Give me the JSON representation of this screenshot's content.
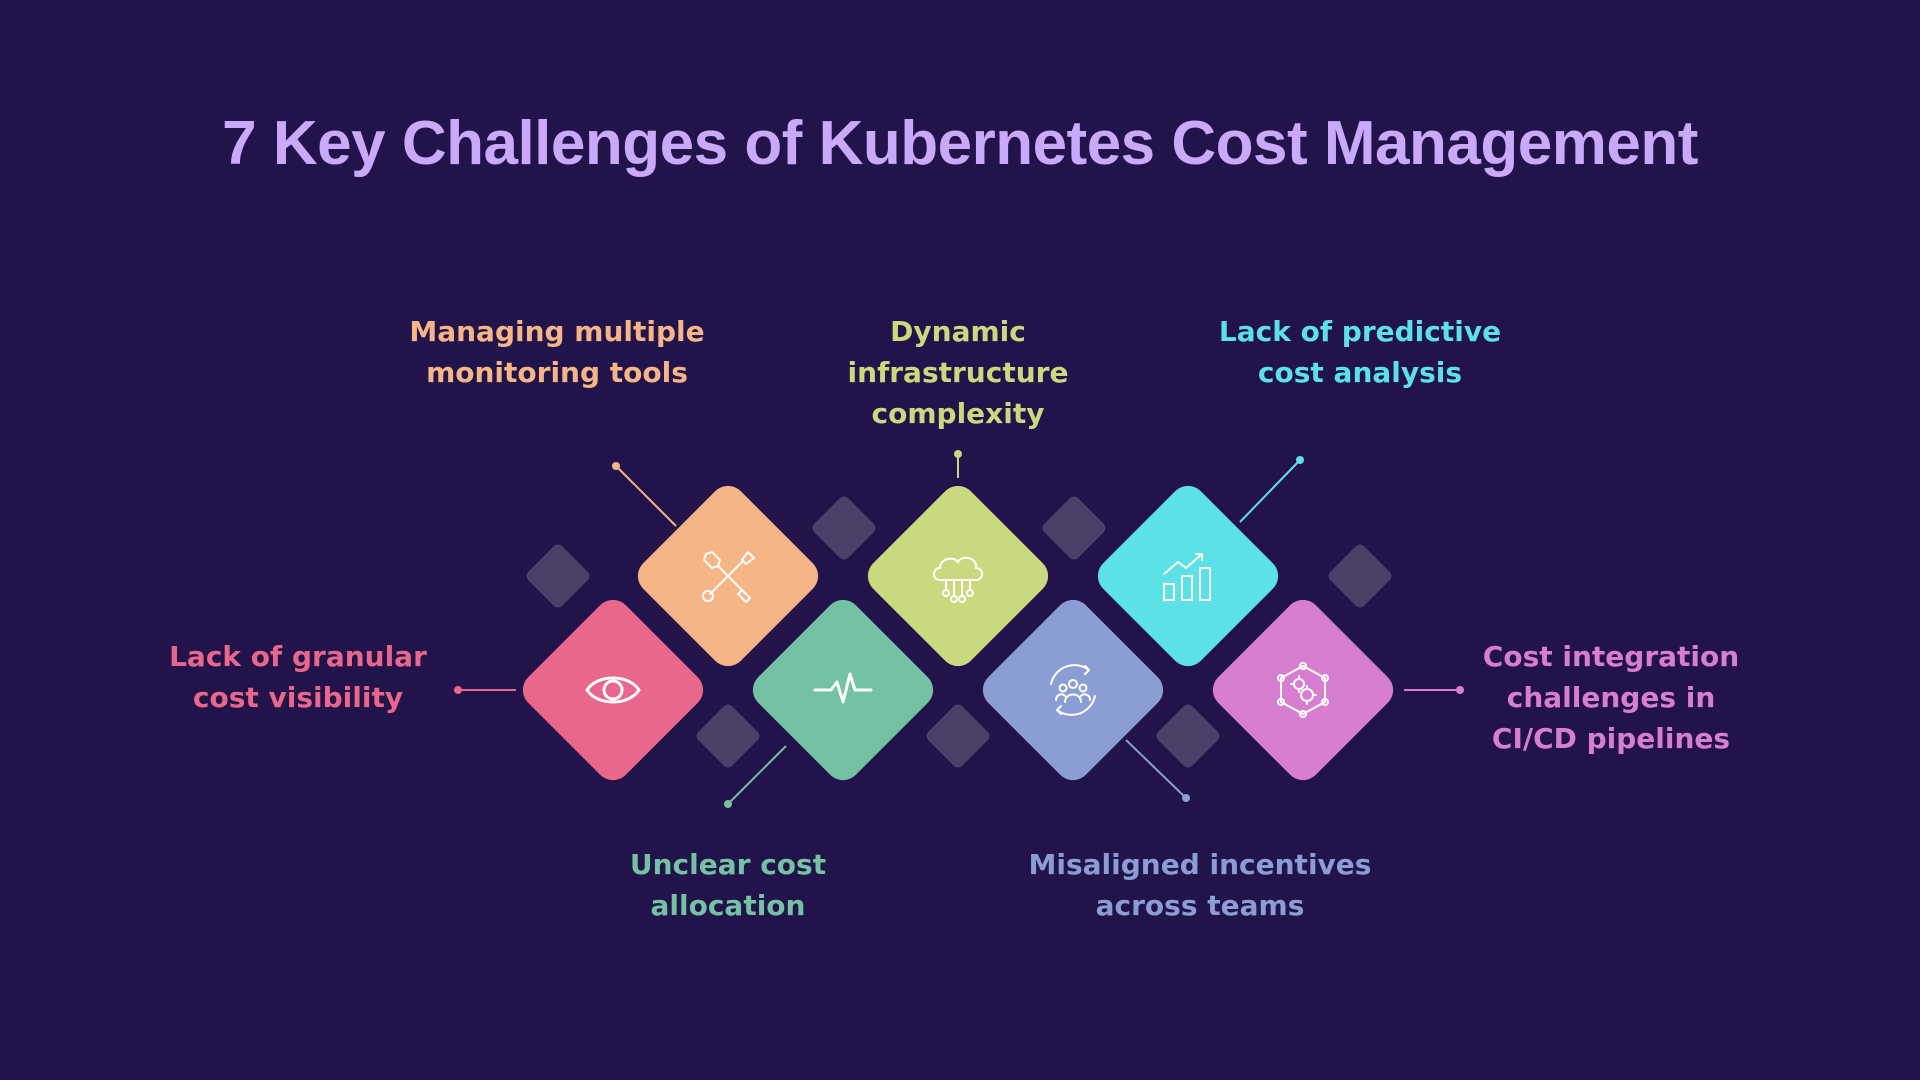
{
  "title": "7 Key Challenges of Kubernetes Cost Management",
  "challenges": [
    {
      "label_line1": "Lack of granular",
      "label_line2": "cost visibility",
      "label_line3": "",
      "color": "#e8678a",
      "icon": "eye-icon"
    },
    {
      "label_line1": "Managing multiple",
      "label_line2": "monitoring tools",
      "label_line3": "",
      "color": "#f5b586",
      "icon": "wrench-screwdriver-icon"
    },
    {
      "label_line1": "Unclear cost",
      "label_line2": "allocation",
      "label_line3": "",
      "color": "#74c2a3",
      "icon": "pulse-icon"
    },
    {
      "label_line1": "Dynamic infrastructure",
      "label_line2": "complexity",
      "label_line3": "",
      "color": "#c9d97e",
      "icon": "cloud-network-icon"
    },
    {
      "label_line1": "Misaligned incentives",
      "label_line2": "across teams",
      "label_line3": "",
      "color": "#8b9ed4",
      "icon": "team-cycle-icon"
    },
    {
      "label_line1": "Lack of predictive",
      "label_line2": "cost analysis",
      "label_line3": "",
      "color": "#5ce1e6",
      "icon": "growth-chart-icon"
    },
    {
      "label_line1": "Cost integration",
      "label_line2": "challenges in",
      "label_line3": "CI/CD pipelines",
      "color": "#d87ed0",
      "icon": "gears-network-icon"
    }
  ]
}
